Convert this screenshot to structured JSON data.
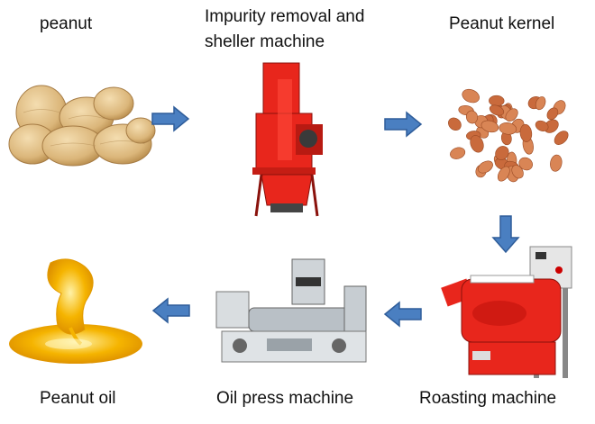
{
  "stages": {
    "peanut": {
      "label": "peanut"
    },
    "sheller": {
      "label_line1": "Impurity removal and",
      "label_line2": "sheller machine"
    },
    "kernel": {
      "label": "Peanut kernel"
    },
    "roasting": {
      "label": "Roasting machine"
    },
    "press": {
      "label": "Oil press machine"
    },
    "oil": {
      "label": "Peanut oil"
    }
  },
  "colors": {
    "arrow": "#4a7fc1",
    "arrow_stroke": "#2f5d9a",
    "machine_red": "#e8261c",
    "peanut_shell": "#e2c28c",
    "kernel": "#c96a3c",
    "oil": "#f5b400"
  },
  "icons": [
    "arrow-right-icon",
    "arrow-down-icon",
    "arrow-left-icon"
  ]
}
